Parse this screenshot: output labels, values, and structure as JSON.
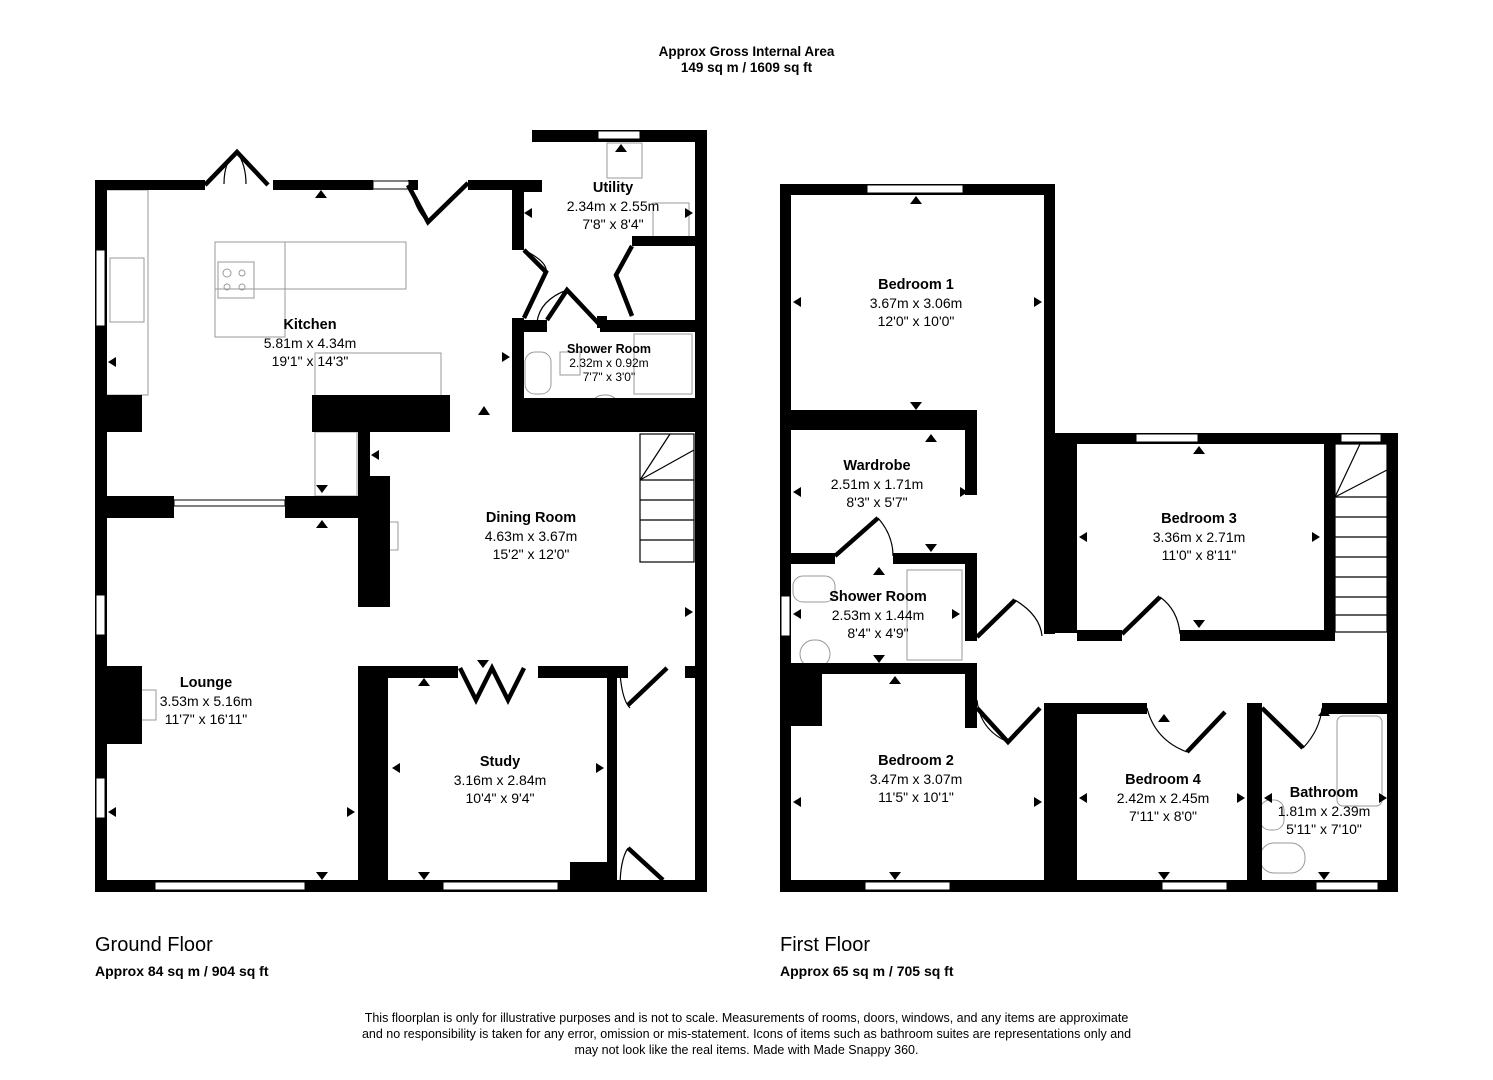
{
  "header": {
    "title": "Approx Gross Internal Area",
    "total_area": "149 sq m / 1609 sq ft"
  },
  "ground_floor": {
    "title": "Ground Floor",
    "area": "Approx 84 sq m / 904 sq ft",
    "rooms": [
      {
        "name": "Kitchen",
        "metric": "5.81m x 4.34m",
        "imperial": "19'1\" x 14'3\""
      },
      {
        "name": "Utility",
        "metric": "2.34m x 2.55m",
        "imperial": "7'8\" x 8'4\""
      },
      {
        "name": "Shower Room",
        "metric": "2.32m x 0.92m",
        "imperial": "7'7\" x 3'0\""
      },
      {
        "name": "Dining Room",
        "metric": "4.63m x 3.67m",
        "imperial": "15'2\" x 12'0\""
      },
      {
        "name": "Lounge",
        "metric": "3.53m x 5.16m",
        "imperial": "11'7\" x 16'11\""
      },
      {
        "name": "Study",
        "metric": "3.16m x 2.84m",
        "imperial": "10'4\" x 9'4\""
      }
    ]
  },
  "first_floor": {
    "title": "First Floor",
    "area": "Approx 65 sq m / 705 sq ft",
    "rooms": [
      {
        "name": "Bedroom 1",
        "metric": "3.67m x 3.06m",
        "imperial": "12'0\" x 10'0\""
      },
      {
        "name": "Wardrobe",
        "metric": "2.51m x 1.71m",
        "imperial": "8'3\" x 5'7\""
      },
      {
        "name": "Shower Room",
        "metric": "2.53m x 1.44m",
        "imperial": "8'4\" x 4'9\""
      },
      {
        "name": "Bedroom 3",
        "metric": "3.36m x 2.71m",
        "imperial": "11'0\" x 8'11\""
      },
      {
        "name": "Bedroom 2",
        "metric": "3.47m x 3.07m",
        "imperial": "11'5\" x 10'1\""
      },
      {
        "name": "Bedroom 4",
        "metric": "2.42m x 2.45m",
        "imperial": "7'11\" x 8'0\""
      },
      {
        "name": "Bathroom",
        "metric": "1.81m x 2.39m",
        "imperial": "5'11\" x 7'10\""
      }
    ]
  },
  "disclaimer": {
    "line1": "This floorplan is only for illustrative purposes and is not to scale. Measurements of rooms, doors, windows, and any items are approximate",
    "line2": "and no responsibility is taken for any error, omission or mis-statement. Icons of items such as bathroom suites are representations only and",
    "line3": "may not look like the real items. Made with Made Snappy 360."
  },
  "colors": {
    "wall": "#000000",
    "fixture": "#9a9a9a",
    "background": "#ffffff"
  }
}
